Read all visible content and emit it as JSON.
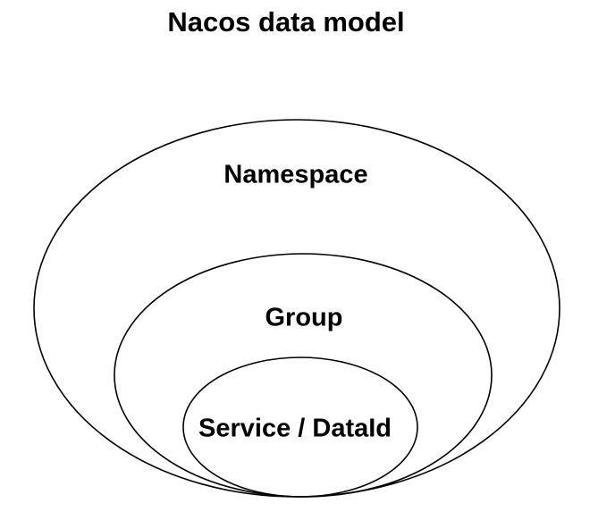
{
  "page": {
    "title": "Nacos data model",
    "colors": {
      "background": "#ffffff",
      "stroke": "#000000",
      "text": "#000000"
    }
  },
  "diagram": {
    "type": "nested-ellipses",
    "rings": [
      {
        "id": "namespace",
        "label": "Namespace"
      },
      {
        "id": "group",
        "label": "Group"
      },
      {
        "id": "service-dataid",
        "label": "Service / DataId"
      }
    ]
  }
}
